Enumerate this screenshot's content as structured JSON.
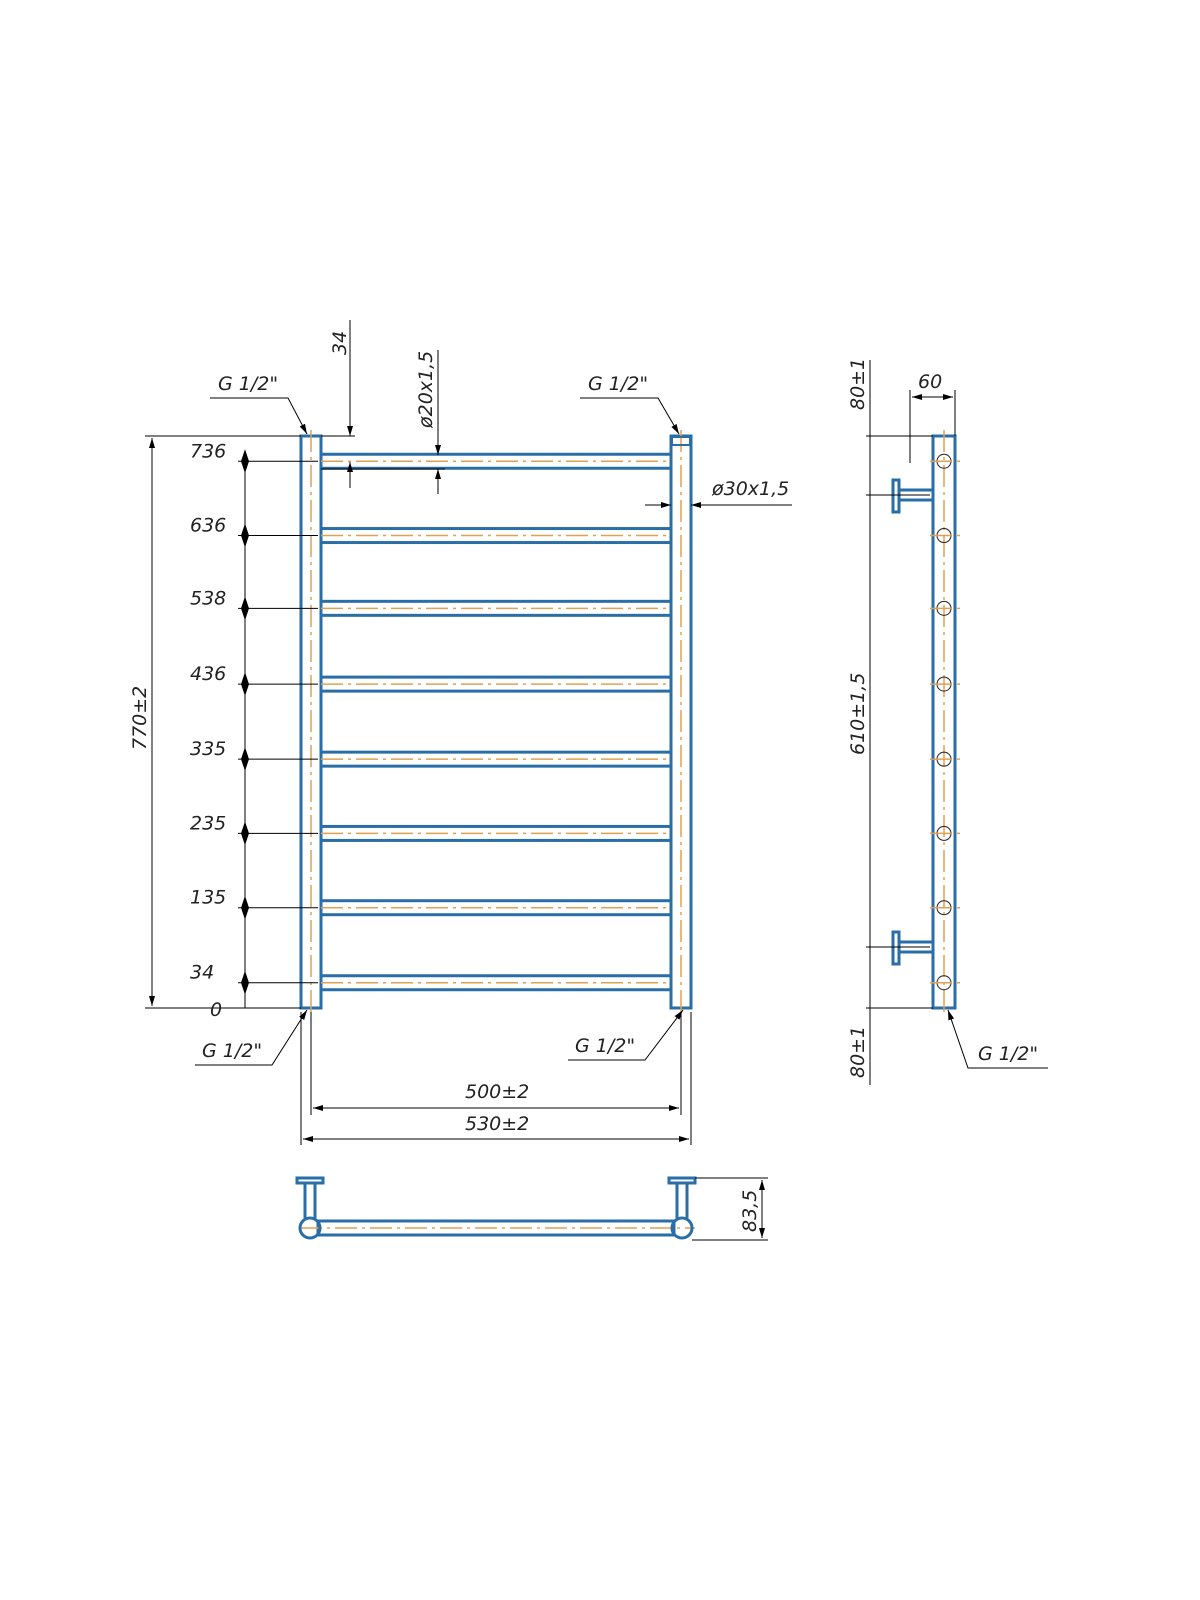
{
  "front_view": {
    "rail_levels": [
      736,
      636,
      538,
      436,
      335,
      235,
      135,
      34
    ],
    "rail_labels": [
      "736",
      "636",
      "538",
      "436",
      "335",
      "235",
      "135",
      "34"
    ],
    "zero_label": "0",
    "overall_height": "770±2",
    "top_offset": "34",
    "rail_tube": "ø20x1,5",
    "riser_tube": "ø30x1,5",
    "thread_top_left": "G 1/2\"",
    "thread_top_right": "G 1/2\"",
    "thread_bottom_left": "G 1/2\"",
    "thread_bottom_right": "G 1/2\"",
    "center_width": "500±2",
    "overall_width": "530±2"
  },
  "side_view": {
    "wall_offset": "60",
    "top_bracket": "80±1",
    "bracket_span": "610±1,5",
    "bottom_bracket": "80±1",
    "thread_bottom": "G 1/2\""
  },
  "top_view": {
    "depth": "83,5"
  },
  "colors": {
    "outline": "#2a6ea8",
    "centerline": "#e0a050"
  }
}
